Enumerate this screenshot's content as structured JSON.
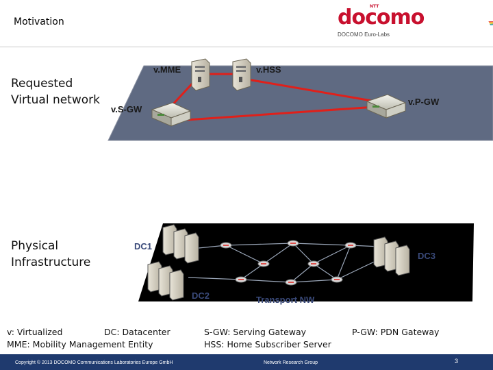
{
  "slide": {
    "title": "Motivation",
    "page_number": "3"
  },
  "logo": {
    "brand": "docomo",
    "ntt": "NTT",
    "subtitle": "DOCOMO Euro-Labs"
  },
  "sections": {
    "requested_line1": "Requested",
    "requested_line2": "Virtual network",
    "physical_line1": "Physical",
    "physical_line2": "Infrastructure"
  },
  "virtual_network": {
    "nodes": {
      "mme": "v.MME",
      "hss": "v.HSS",
      "sgw": "v.S-GW",
      "pgw": "v.P-GW"
    }
  },
  "physical": {
    "dc1": "DC1",
    "dc2": "DC2",
    "dc3": "DC3",
    "transport": "Transport NW"
  },
  "legend": {
    "v": "v: Virtualized",
    "dc": "DC: Datacenter",
    "mme": "MME: Mobility Management Entity",
    "sgw": "S-GW: Serving Gateway",
    "hss": "HSS: Home Subscriber Server",
    "pgw": "P-GW: PDN Gateway"
  },
  "footer": {
    "copyright": "Copyright © 2013 DOCOMO Communications Laboratories Europe GmbH",
    "group": "Network Research Group"
  },
  "colors": {
    "virtual_plane": "#5f6a82",
    "physical_plane": "#000000",
    "link_red": "#e0201a",
    "footer_bg": "#1f3a6e",
    "brand_red": "#c8102e"
  }
}
